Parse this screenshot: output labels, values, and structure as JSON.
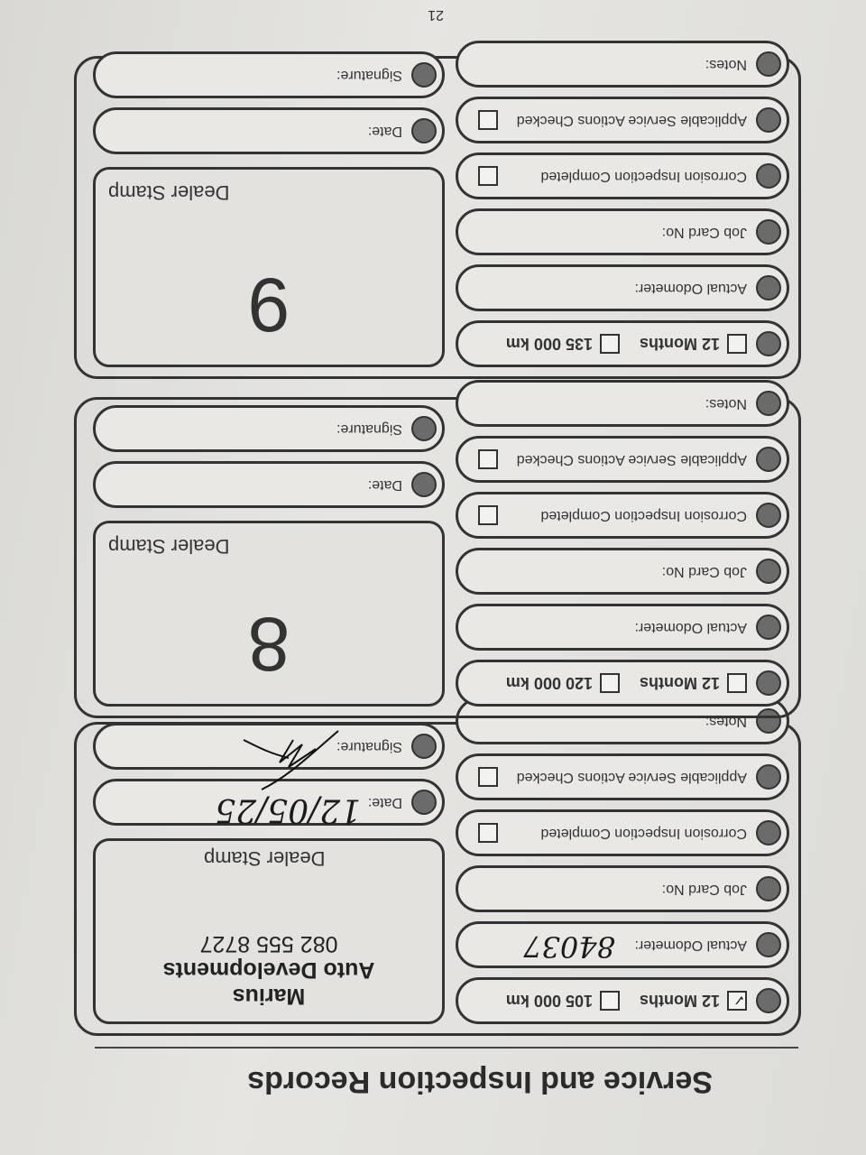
{
  "title": "Service and Inspection Records",
  "page_number": "21",
  "labels": {
    "months": "12 Months",
    "odometer": "Actual Odometer:",
    "job_card": "Job Card No:",
    "corrosion": "Corrosion Inspection Completed",
    "service_actions": "Applicable Service Actions Checked",
    "notes": "Notes:",
    "date": "Date:",
    "signature": "Signature:",
    "dealer_stamp": "Dealer Stamp"
  },
  "records": [
    {
      "km": "105 000 km",
      "months_checked": true,
      "odometer": "84037",
      "date": "12/05/25",
      "dealer": {
        "name1": "Marius",
        "name2": "Auto Developments",
        "phone": "082 555 8727"
      },
      "signature": "signed"
    },
    {
      "number": "8",
      "km": "120 000 km",
      "months_checked": false
    },
    {
      "number": "9",
      "km": "135 000 km",
      "months_checked": false
    }
  ]
}
